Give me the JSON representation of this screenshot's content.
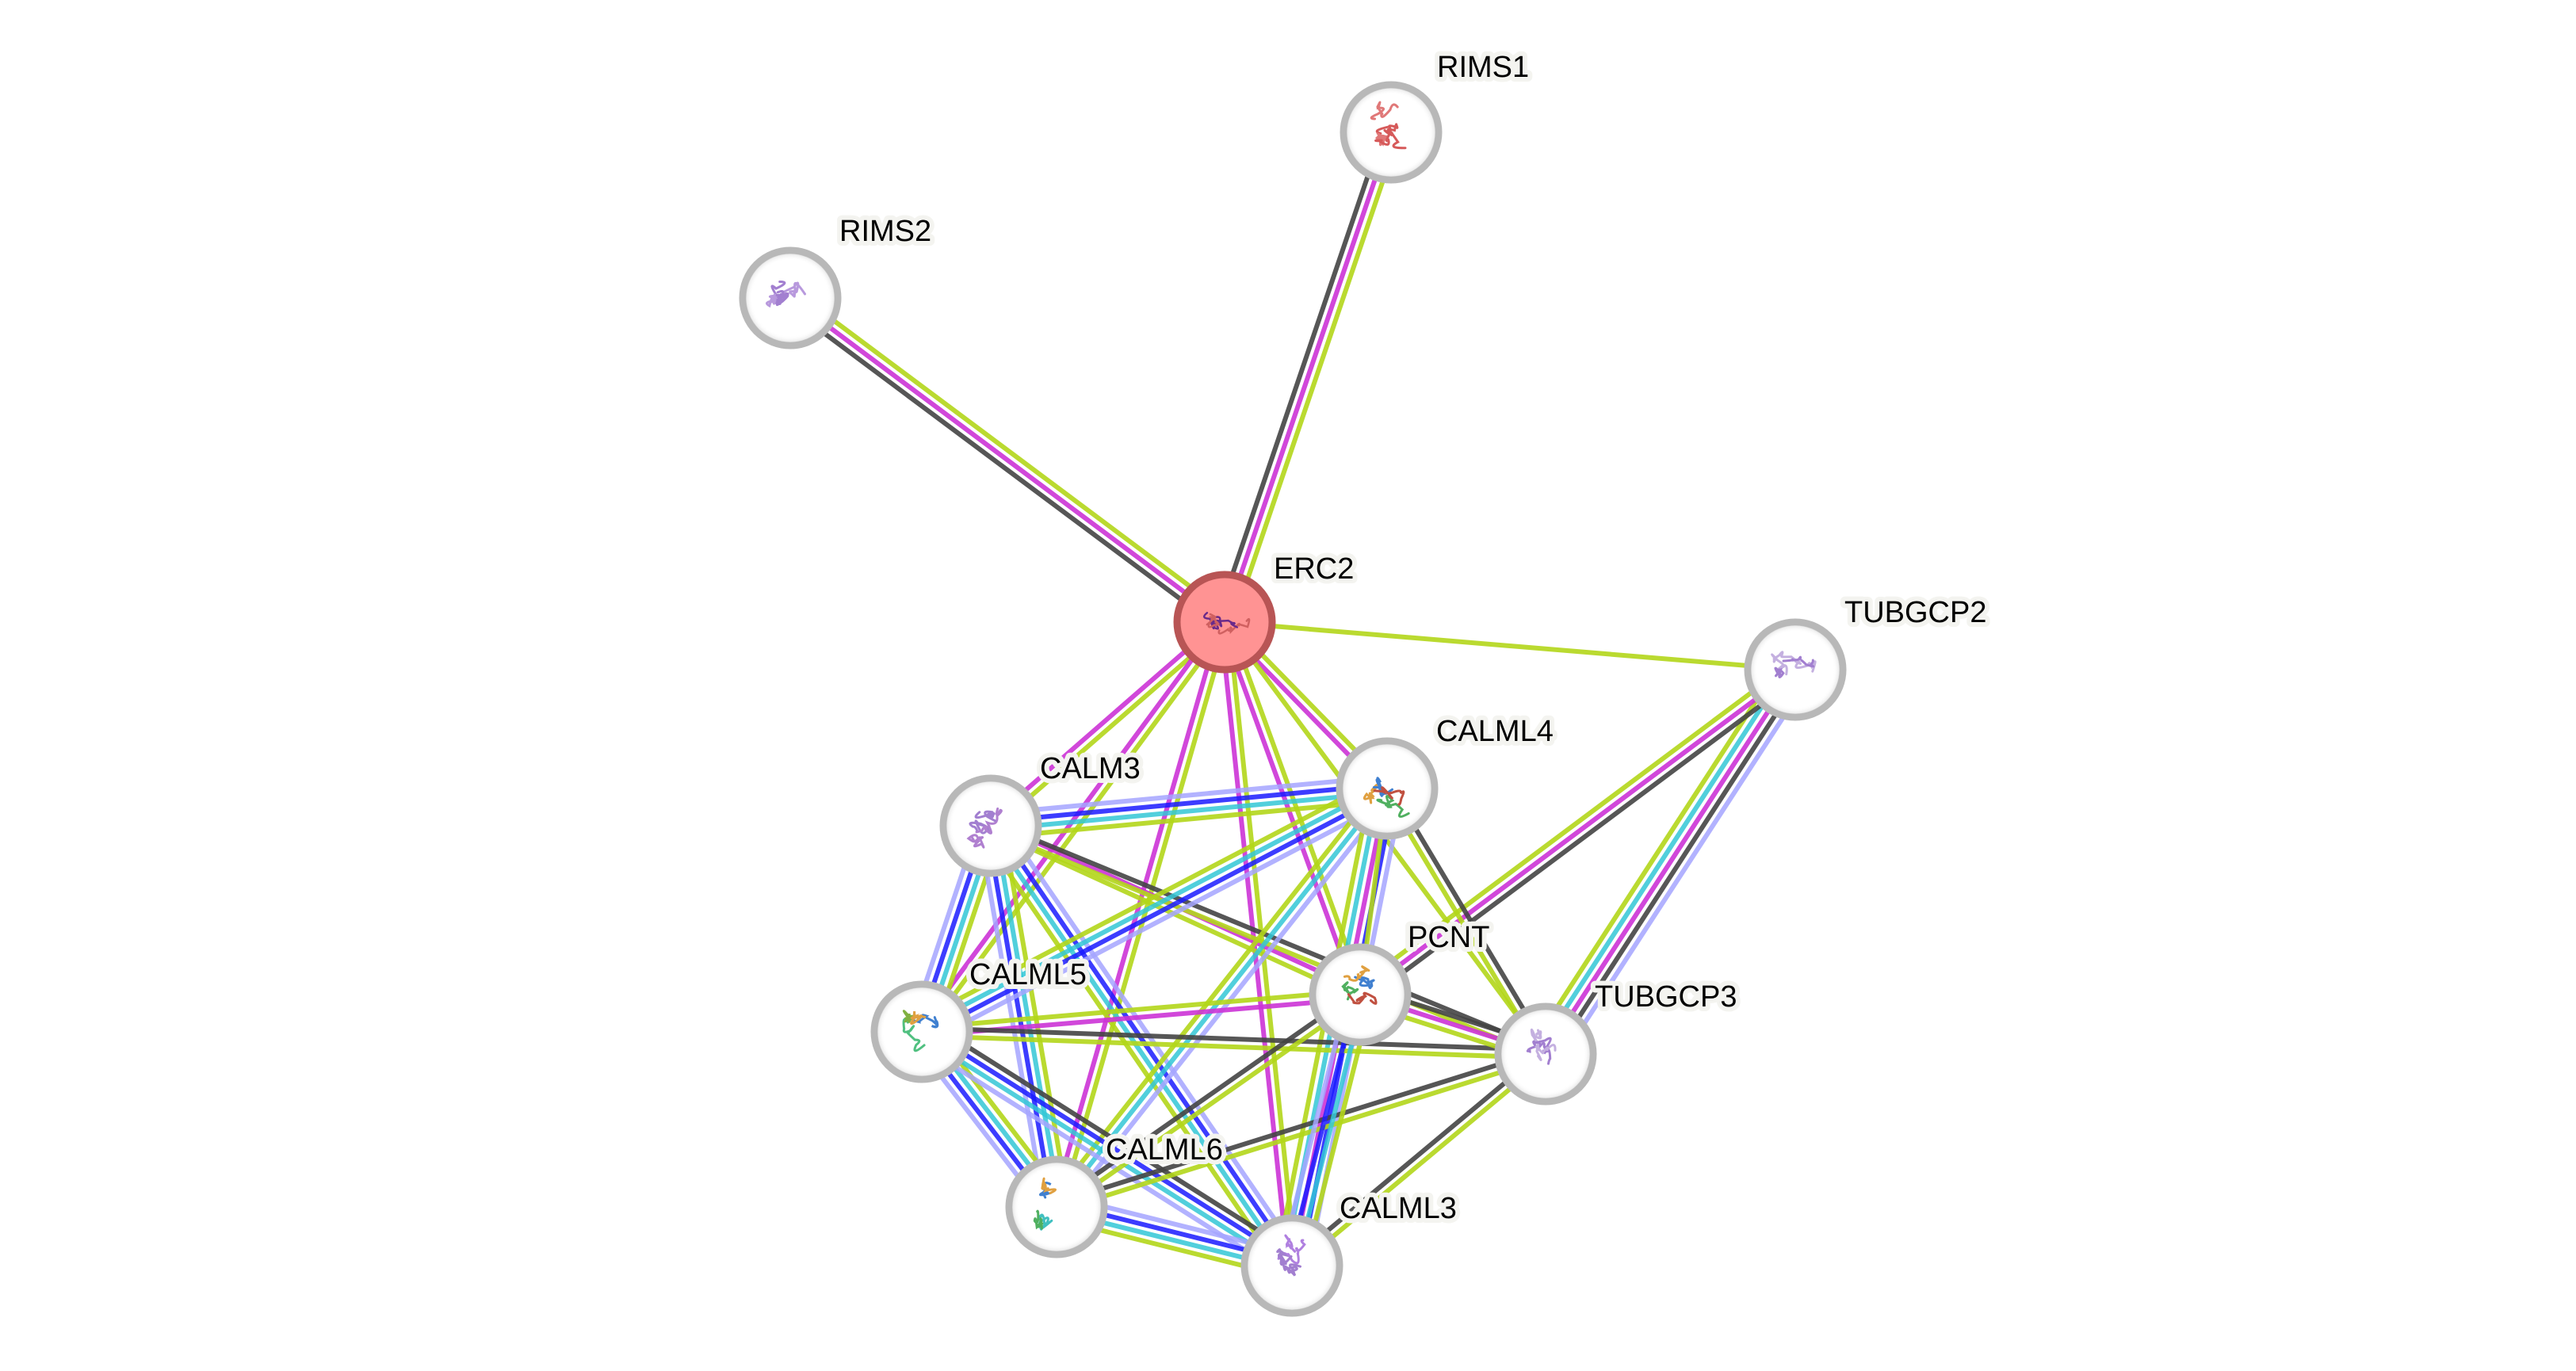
{
  "diagram": {
    "type": "protein-interaction-network",
    "query_protein": "ERC2",
    "edge_colors": {
      "known_curated": "#33c7d6",
      "known_experimental": "#cc33d6",
      "predicted_gene_neighborhood": "#1a1aff",
      "predicted_gene_cooccurrence": "#1a1aff",
      "coexpression": "#444444",
      "textmining": "#b3d61a",
      "homology": "#a5a5ff"
    },
    "node_colors": {
      "query_fill": "#ff9393",
      "query_border": "#b85555",
      "default_fill": "#ffffff",
      "default_border": "#b8b8b8"
    },
    "nodes": [
      {
        "id": "ERC2",
        "label": "ERC2",
        "query": true,
        "structure_colors": [
          "#6a2a8a",
          "#d06060"
        ]
      },
      {
        "id": "RIMS1",
        "label": "RIMS1",
        "query": false,
        "structure_colors": [
          "#d65a5a",
          "#e07878"
        ]
      },
      {
        "id": "RIMS2",
        "label": "RIMS2",
        "query": false,
        "structure_colors": [
          "#a27fd0",
          "#b899dd"
        ]
      },
      {
        "id": "TUBGCP2",
        "label": "TUBGCP2",
        "query": false,
        "structure_colors": [
          "#a27fd0",
          "#c4b0e0"
        ]
      },
      {
        "id": "CALML4",
        "label": "CALML4",
        "query": false,
        "structure_colors": [
          "#e0a040",
          "#50b060",
          "#4080d0",
          "#c05040"
        ]
      },
      {
        "id": "CALM3",
        "label": "CALM3",
        "query": false,
        "structure_colors": [
          "#b080d0",
          "#a27fd0"
        ]
      },
      {
        "id": "PCNT",
        "label": "PCNT",
        "query": false,
        "structure_colors": [
          "#4080d0",
          "#50b060",
          "#e0a040",
          "#c05040"
        ]
      },
      {
        "id": "CALML5",
        "label": "CALML5",
        "query": false,
        "structure_colors": [
          "#4080d0",
          "#50c080",
          "#80b040",
          "#e0a040"
        ]
      },
      {
        "id": "TUBGCP3",
        "label": "TUBGCP3",
        "query": false,
        "structure_colors": [
          "#a27fd0",
          "#c4b0e0"
        ]
      },
      {
        "id": "CALML6",
        "label": "CALML6",
        "query": false,
        "structure_colors": [
          "#4080d0",
          "#40c0c0",
          "#50b060",
          "#e0a040",
          "#c05040"
        ]
      },
      {
        "id": "CALML3",
        "label": "CALML3",
        "query": false,
        "structure_colors": [
          "#b080e0",
          "#a27fd0"
        ]
      }
    ],
    "edges": [
      {
        "source": "ERC2",
        "target": "RIMS1",
        "evidence": [
          "coexpression",
          "known_experimental",
          "textmining"
        ]
      },
      {
        "source": "ERC2",
        "target": "RIMS2",
        "evidence": [
          "coexpression",
          "known_experimental",
          "textmining"
        ]
      },
      {
        "source": "ERC2",
        "target": "TUBGCP2",
        "evidence": [
          "textmining"
        ]
      },
      {
        "source": "ERC2",
        "target": "CALM3",
        "evidence": [
          "textmining",
          "known_experimental"
        ]
      },
      {
        "source": "ERC2",
        "target": "CALML4",
        "evidence": [
          "textmining",
          "known_experimental"
        ]
      },
      {
        "source": "ERC2",
        "target": "PCNT",
        "evidence": [
          "textmining",
          "known_experimental"
        ]
      },
      {
        "source": "ERC2",
        "target": "CALML5",
        "evidence": [
          "textmining",
          "known_experimental"
        ]
      },
      {
        "source": "ERC2",
        "target": "CALML6",
        "evidence": [
          "textmining",
          "known_experimental"
        ]
      },
      {
        "source": "ERC2",
        "target": "CALML3",
        "evidence": [
          "textmining",
          "known_experimental"
        ]
      },
      {
        "source": "ERC2",
        "target": "TUBGCP3",
        "evidence": [
          "textmining"
        ]
      },
      {
        "source": "TUBGCP2",
        "target": "TUBGCP3",
        "evidence": [
          "homology",
          "coexpression",
          "known_experimental",
          "known_curated",
          "textmining"
        ]
      },
      {
        "source": "TUBGCP2",
        "target": "PCNT",
        "evidence": [
          "coexpression",
          "known_experimental",
          "textmining"
        ]
      },
      {
        "source": "CALM3",
        "target": "CALML4",
        "evidence": [
          "homology",
          "predicted_gene_neighborhood",
          "known_curated",
          "textmining"
        ]
      },
      {
        "source": "CALM3",
        "target": "CALML5",
        "evidence": [
          "textmining",
          "known_curated",
          "predicted_gene_neighborhood",
          "homology"
        ]
      },
      {
        "source": "CALM3",
        "target": "CALML6",
        "evidence": [
          "textmining",
          "known_curated",
          "predicted_gene_neighborhood",
          "homology"
        ]
      },
      {
        "source": "CALM3",
        "target": "CALML3",
        "evidence": [
          "homology",
          "predicted_gene_neighborhood",
          "known_curated",
          "textmining"
        ]
      },
      {
        "source": "CALM3",
        "target": "PCNT",
        "evidence": [
          "known_experimental",
          "textmining"
        ]
      },
      {
        "source": "CALM3",
        "target": "TUBGCP3",
        "evidence": [
          "coexpression",
          "textmining"
        ]
      },
      {
        "source": "CALML4",
        "target": "CALML5",
        "evidence": [
          "homology",
          "predicted_gene_neighborhood",
          "known_curated",
          "textmining"
        ]
      },
      {
        "source": "CALML4",
        "target": "CALML6",
        "evidence": [
          "homology",
          "known_curated",
          "textmining"
        ]
      },
      {
        "source": "CALML4",
        "target": "CALML3",
        "evidence": [
          "homology",
          "predicted_gene_neighborhood",
          "known_experimental",
          "known_curated",
          "textmining"
        ]
      },
      {
        "source": "CALML4",
        "target": "PCNT",
        "evidence": [
          "textmining"
        ]
      },
      {
        "source": "CALML4",
        "target": "TUBGCP3",
        "evidence": [
          "coexpression",
          "textmining"
        ]
      },
      {
        "source": "CALML5",
        "target": "CALML6",
        "evidence": [
          "textmining",
          "known_curated",
          "predicted_gene_neighborhood",
          "homology"
        ]
      },
      {
        "source": "CALML5",
        "target": "CALML3",
        "evidence": [
          "coexpression",
          "predicted_gene_neighborhood",
          "known_curated",
          "homology"
        ]
      },
      {
        "source": "CALML5",
        "target": "PCNT",
        "evidence": [
          "textmining",
          "known_experimental"
        ]
      },
      {
        "source": "CALML5",
        "target": "TUBGCP3",
        "evidence": [
          "coexpression",
          "textmining"
        ]
      },
      {
        "source": "CALML6",
        "target": "CALML3",
        "evidence": [
          "homology",
          "predicted_gene_neighborhood",
          "known_curated",
          "textmining"
        ]
      },
      {
        "source": "CALML6",
        "target": "PCNT",
        "evidence": [
          "coexpression",
          "textmining"
        ]
      },
      {
        "source": "CALML6",
        "target": "TUBGCP3",
        "evidence": [
          "coexpression",
          "textmining"
        ]
      },
      {
        "source": "CALML3",
        "target": "PCNT",
        "evidence": [
          "homology",
          "predicted_gene_neighborhood",
          "known_curated",
          "textmining"
        ]
      },
      {
        "source": "CALML3",
        "target": "TUBGCP3",
        "evidence": [
          "coexpression",
          "textmining"
        ]
      },
      {
        "source": "PCNT",
        "target": "TUBGCP3",
        "evidence": [
          "coexpression",
          "known_experimental",
          "textmining"
        ]
      }
    ]
  }
}
